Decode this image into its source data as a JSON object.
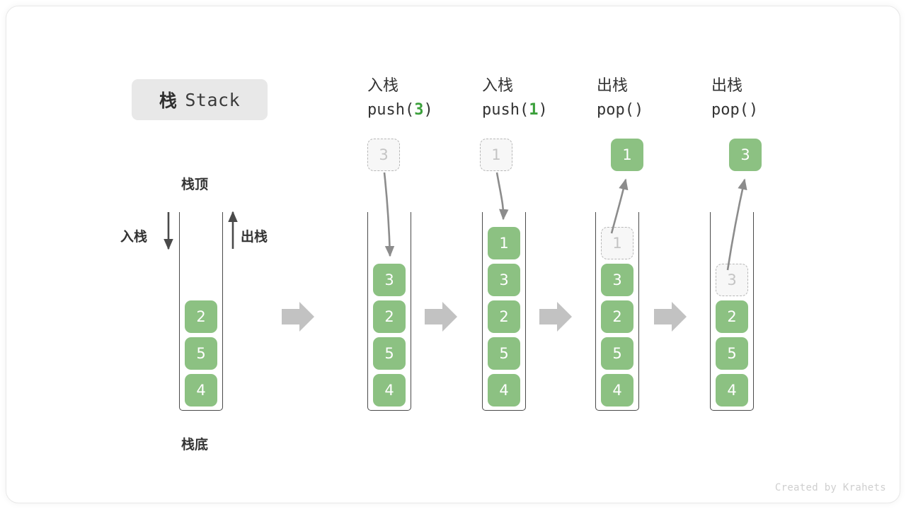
{
  "title": {
    "cn": "栈",
    "en": "Stack"
  },
  "labels": {
    "top": "栈顶",
    "bottom": "栈底",
    "push_side": "入栈",
    "pop_side": "出栈"
  },
  "colors": {
    "element_fill": "#8cc182",
    "element_text": "#ffffff",
    "ghost_fill": "#f7f7f7",
    "ghost_text": "#c4c4c4",
    "ghost_border": "#b8b8b8",
    "accent_green": "#3ba03b",
    "container_border": "#4a4a4a",
    "arrow_gray": "#8c8c8c",
    "block_arrow": "#c2c2c2",
    "badge_bg": "#e8e8e8",
    "text": "#333333"
  },
  "columns": [
    {
      "id": "initial",
      "header_cn": "",
      "header_code": "",
      "stack": [
        "2",
        "5",
        "4"
      ],
      "floating": null,
      "ghost_index": null
    },
    {
      "id": "push-3",
      "header_cn": "入栈",
      "header_code_prefix": "push(",
      "header_code_arg": "3",
      "header_code_suffix": ")",
      "stack": [
        "3",
        "2",
        "5",
        "4"
      ],
      "floating": {
        "value": "3",
        "style": "ghost"
      },
      "ghost_index": null
    },
    {
      "id": "push-1",
      "header_cn": "入栈",
      "header_code_prefix": "push(",
      "header_code_arg": "1",
      "header_code_suffix": ")",
      "stack": [
        "1",
        "3",
        "2",
        "5",
        "4"
      ],
      "floating": {
        "value": "1",
        "style": "ghost"
      },
      "ghost_index": null
    },
    {
      "id": "pop-1",
      "header_cn": "出栈",
      "header_code_prefix": "pop(",
      "header_code_arg": "",
      "header_code_suffix": ")",
      "stack": [
        "1",
        "3",
        "2",
        "5",
        "4"
      ],
      "floating": {
        "value": "1",
        "style": "solid"
      },
      "ghost_index": 0
    },
    {
      "id": "pop-3",
      "header_cn": "出栈",
      "header_code_prefix": "pop(",
      "header_code_arg": "",
      "header_code_suffix": ")",
      "stack": [
        "3",
        "2",
        "5",
        "4"
      ],
      "floating": {
        "value": "3",
        "style": "solid"
      },
      "ghost_index": 0
    }
  ],
  "elements": {
    "c0": [
      "2",
      "5",
      "4"
    ],
    "c1_float": "3",
    "c1": [
      "3",
      "2",
      "5",
      "4"
    ],
    "c2_float": "1",
    "c2": [
      "1",
      "3",
      "2",
      "5",
      "4"
    ],
    "c3_float": "1",
    "c3": [
      "1",
      "3",
      "2",
      "5",
      "4"
    ],
    "c4_float": "3",
    "c4": [
      "3",
      "2",
      "5",
      "4"
    ]
  },
  "headers": {
    "h1_cn": "入栈",
    "h1_pre": "push(",
    "h1_arg": "3",
    "h1_suf": ")",
    "h2_cn": "入栈",
    "h2_pre": "push(",
    "h2_arg": "1",
    "h2_suf": ")",
    "h3_cn": "出栈",
    "h3_pre": "pop(",
    "h3_arg": "",
    "h3_suf": ")",
    "h4_cn": "出栈",
    "h4_pre": "pop(",
    "h4_arg": "",
    "h4_suf": ")"
  },
  "footer": "Created by Krahets"
}
